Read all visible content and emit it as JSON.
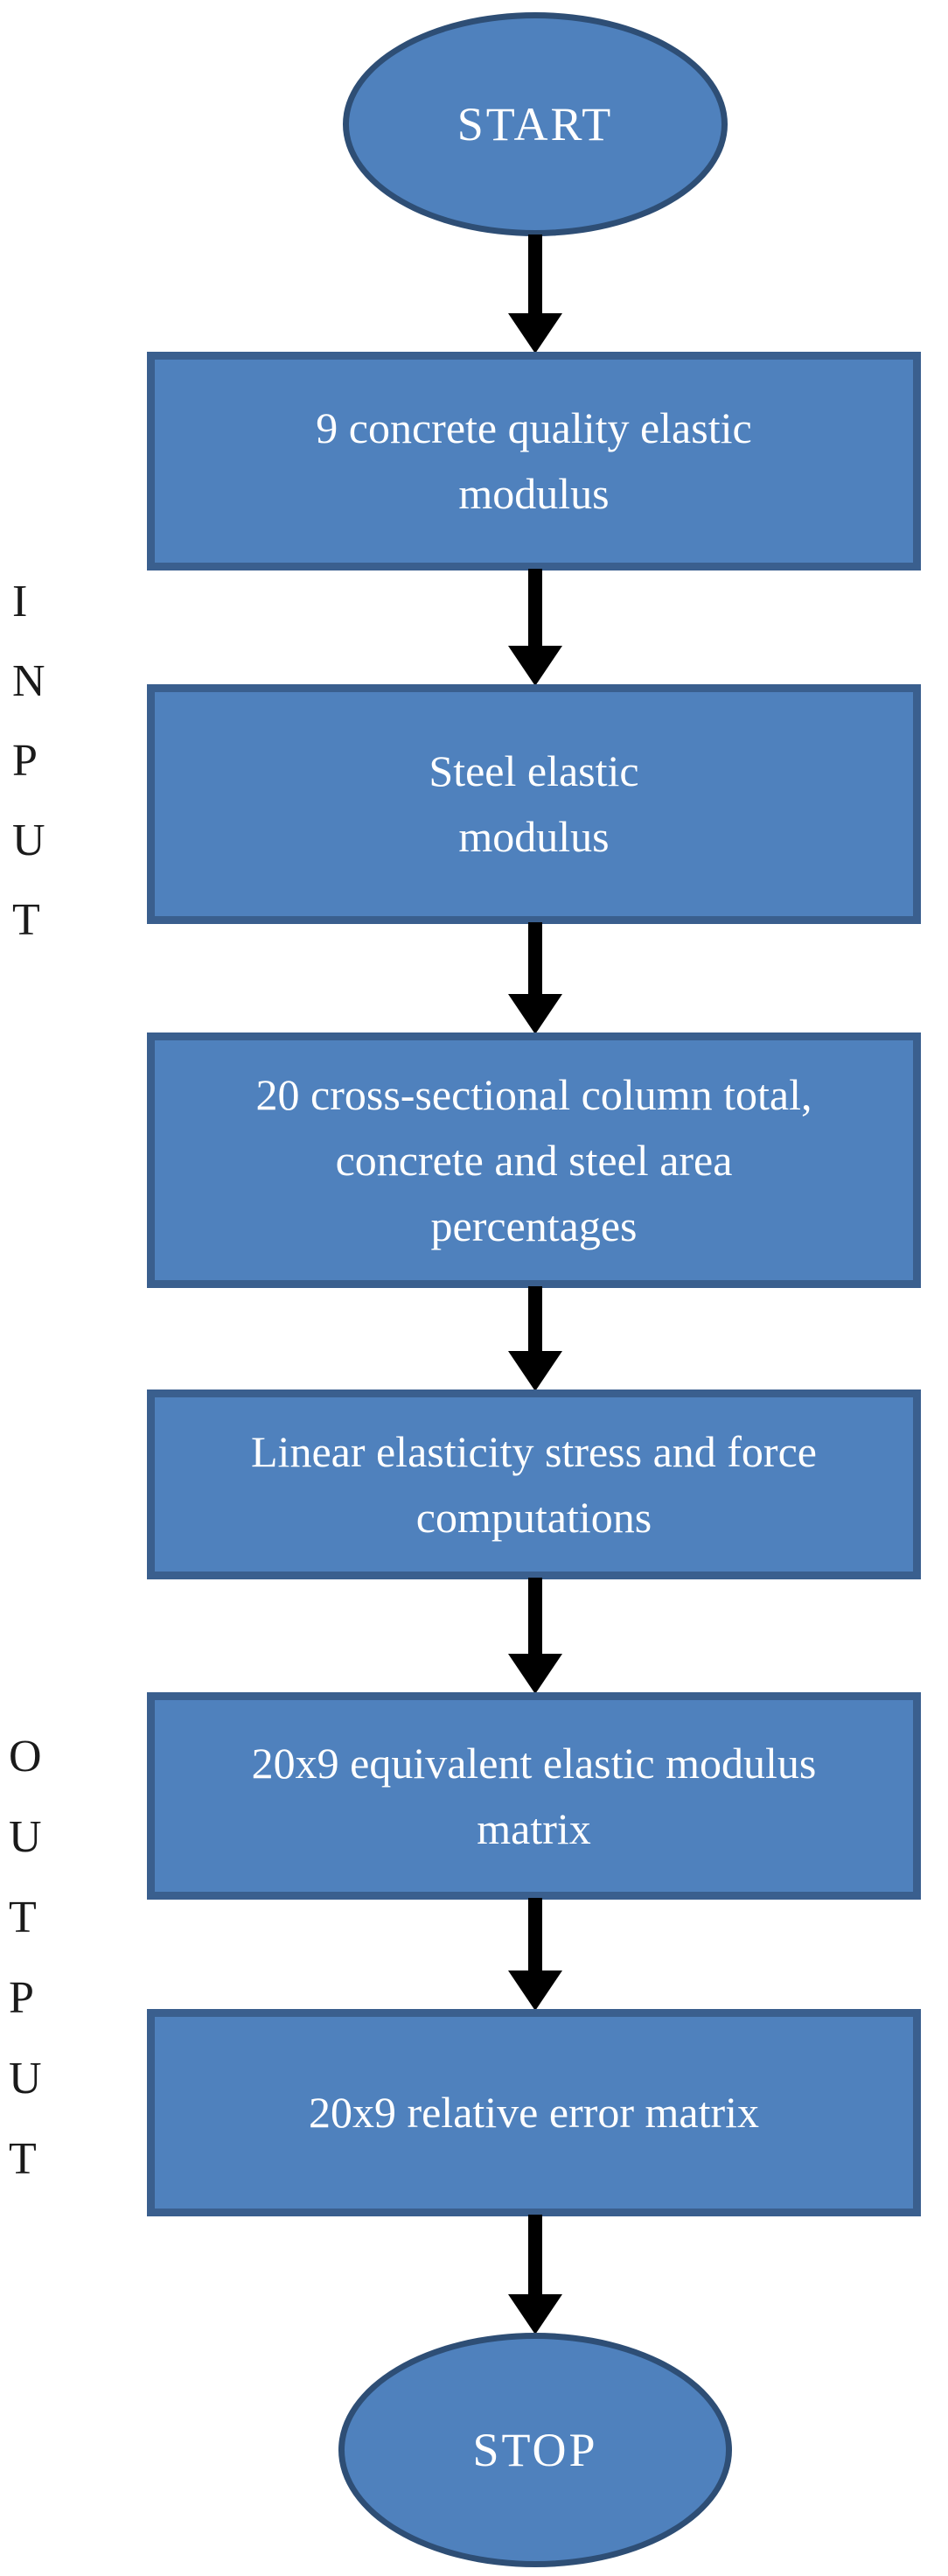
{
  "diagram": {
    "type": "flowchart",
    "terminals": {
      "start": "START",
      "stop": "STOP"
    },
    "side_labels": {
      "input": [
        "I",
        "N",
        "P",
        "U",
        "T"
      ],
      "output": [
        "O",
        "U",
        "T",
        "P",
        "U",
        "T"
      ]
    },
    "steps": [
      {
        "name": "concrete-quality-elastic-modulus",
        "lines": [
          "9 concrete quality elastic",
          "modulus"
        ]
      },
      {
        "name": "steel-elastic-modulus",
        "lines": [
          "Steel elastic",
          "modulus"
        ]
      },
      {
        "name": "cross-sectional-areas",
        "lines": [
          "20 cross-sectional column total,",
          "concrete and steel area",
          "percentages"
        ]
      },
      {
        "name": "linear-elasticity-computations",
        "lines": [
          "Linear elasticity stress and force",
          "computations"
        ]
      },
      {
        "name": "equivalent-modulus-matrix",
        "lines": [
          "20x9 equivalent elastic modulus",
          "matrix"
        ]
      },
      {
        "name": "relative-error-matrix",
        "lines": [
          "20x9 relative error matrix"
        ]
      }
    ],
    "colors": {
      "shape_fill": "#4f81bd",
      "box_border": "#3a5f8e",
      "ellipse_border": "#2e4e75",
      "arrow": "#000000",
      "side_label_text": "#1a1a1a",
      "shape_text": "#ffffff"
    }
  }
}
